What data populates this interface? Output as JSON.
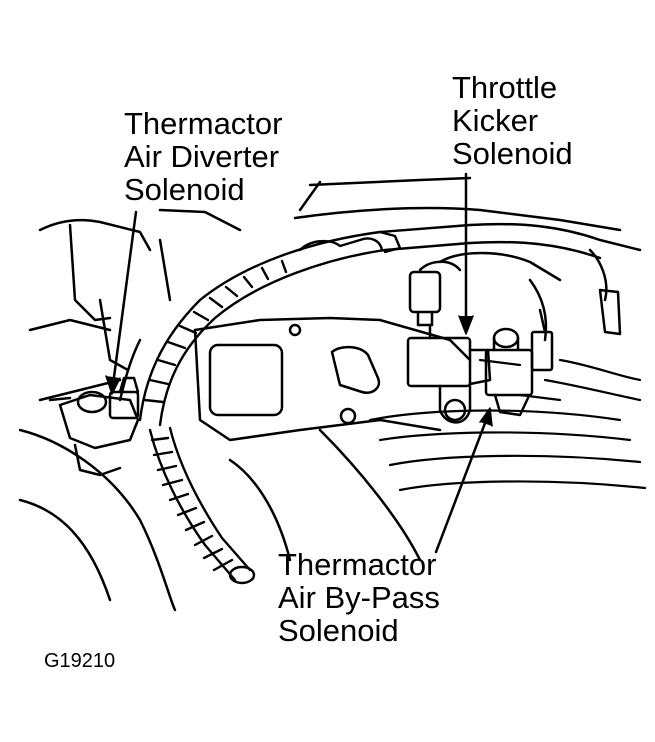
{
  "labels": {
    "diverter": [
      "Thermactor",
      "Air Diverter",
      "Solenoid"
    ],
    "kicker": [
      "Throttle",
      "Kicker",
      "Solenoid"
    ],
    "bypass": [
      "Thermactor",
      "Air By-Pass",
      "Solenoid"
    ]
  },
  "figure_id": "G19210",
  "colors": {
    "ink": "#000000",
    "paper": "#ffffff"
  }
}
